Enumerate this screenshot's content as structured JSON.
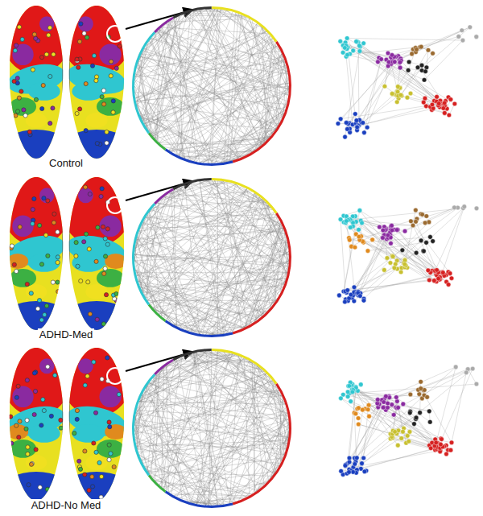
{
  "diagram": {
    "labels": [
      "Control",
      "ADHD-Med",
      "ADHD-No Med"
    ]
  }
}
